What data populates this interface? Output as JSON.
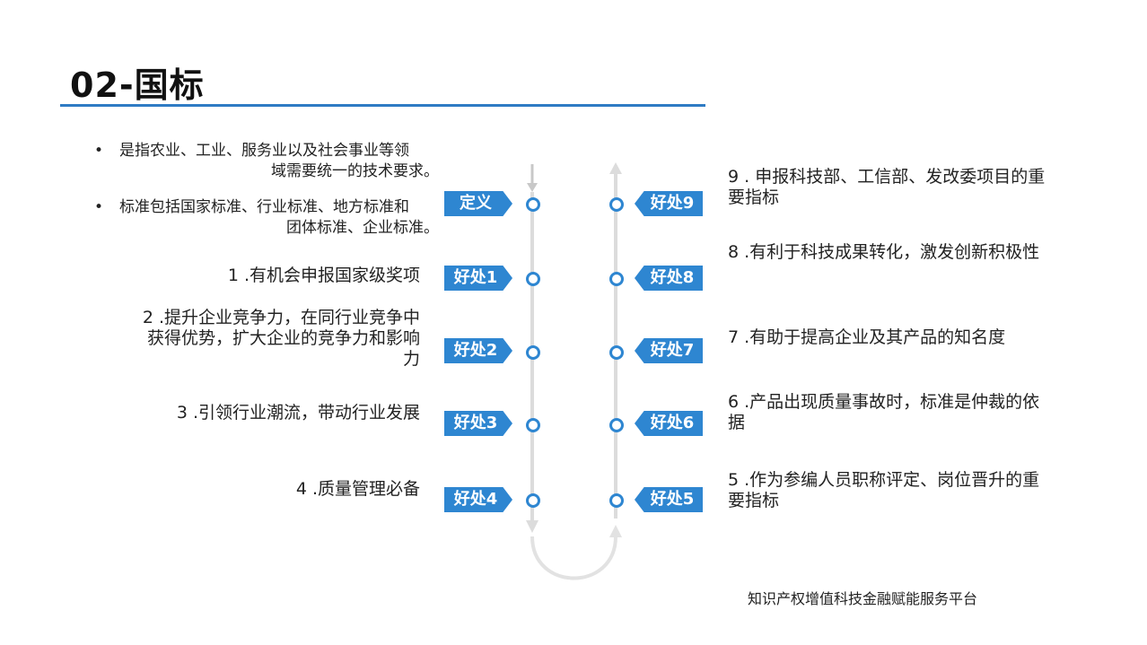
{
  "title": "02-国标",
  "bullets": [
    {
      "line1": "是指农业、工业、服务业以及社会事业等领",
      "line2": "域需要统一的技术要求。"
    },
    {
      "line1": "标准包括国家标准、行业标准、地方标准和",
      "line2": "团体标准、企业标准。"
    }
  ],
  "bullet_symbol": "•",
  "tags_left": [
    "定义",
    "好处1",
    "好处2",
    "好处3",
    "好处4"
  ],
  "tags_right": [
    "好处9",
    "好处8",
    "好处7",
    "好处6",
    "好处5"
  ],
  "left_items": [
    "1 .有机会申报国家级奖项",
    "2 .提升企业竞争力，在同行业竞争中\n获得优势，扩大企业的竞争力和影响\n力",
    "3 .引领行业潮流，带动行业发展",
    "4 .质量管理必备"
  ],
  "right_items": [
    "9 . 申报科技部、工信部、发改委项目的重要指标",
    "8 .有利于科技成果转化，激发创新积极性",
    "7 .有助于提高企业及其产品的知名度",
    "6 .产品出现质量事故时，标准是仲裁的依据",
    "5 .作为参编人员职称评定、岗位晋升的重要指标"
  ],
  "footer": "知识产权增值科技金融赋能服务平台",
  "colors": {
    "accent": "#2e86d1",
    "rule": "#2e7bc4",
    "track": "#dcdcdc"
  }
}
